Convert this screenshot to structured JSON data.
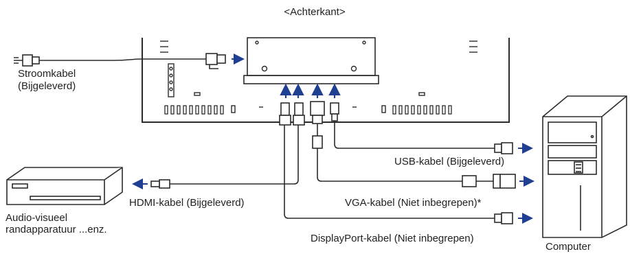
{
  "title": "<Achterkant>",
  "labels": {
    "power_cable": [
      "Stroomkabel",
      "(Bijgeleverd)"
    ],
    "usb_cable": "USB-kabel (Bijgeleverd)",
    "hdmi_cable": "HDMI-kabel (Bijgeleverd)",
    "vga_cable": "VGA-kabel (Niet inbegrepen)*",
    "displayport_cable": "DisplayPort-kabel (Niet inbegrepen)",
    "av_device": [
      "Audio-visueel",
      "randapparatuur ...enz."
    ],
    "computer": "Computer"
  },
  "colors": {
    "line": "#2b2b2b",
    "arrow": "#1f3f93",
    "background": "#ffffff"
  },
  "icons": [
    "power-plug-icon",
    "hdmi-connector-icon",
    "displayport-connector-icon",
    "vga-connector-icon",
    "usb-connector-icon",
    "av-receiver-icon",
    "computer-tower-icon"
  ]
}
